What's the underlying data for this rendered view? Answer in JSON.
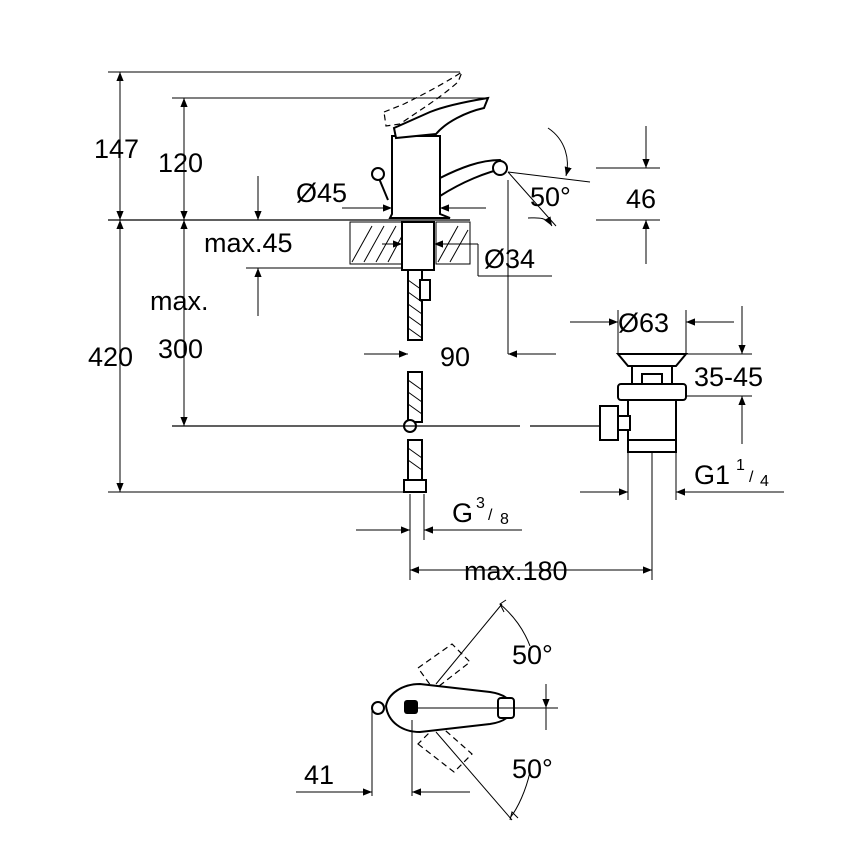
{
  "dimensions": {
    "d147": "147",
    "d120": "120",
    "d45dia": "Ø45",
    "dmax45": "max.45",
    "dmax": "max.",
    "d420": "420",
    "d300": "300",
    "d34dia": "Ø34",
    "d90": "90",
    "d50a": "50°",
    "d46": "46",
    "d63dia": "Ø63",
    "d3545": "35-45",
    "g114_main": "G1",
    "g114_num": "1",
    "g114_den": "4",
    "g38_main": "G",
    "g38_num": "3",
    "g38_den": "8",
    "dmax180": "max.180",
    "d50b": "50°",
    "d50c": "50°",
    "d41": "41"
  }
}
